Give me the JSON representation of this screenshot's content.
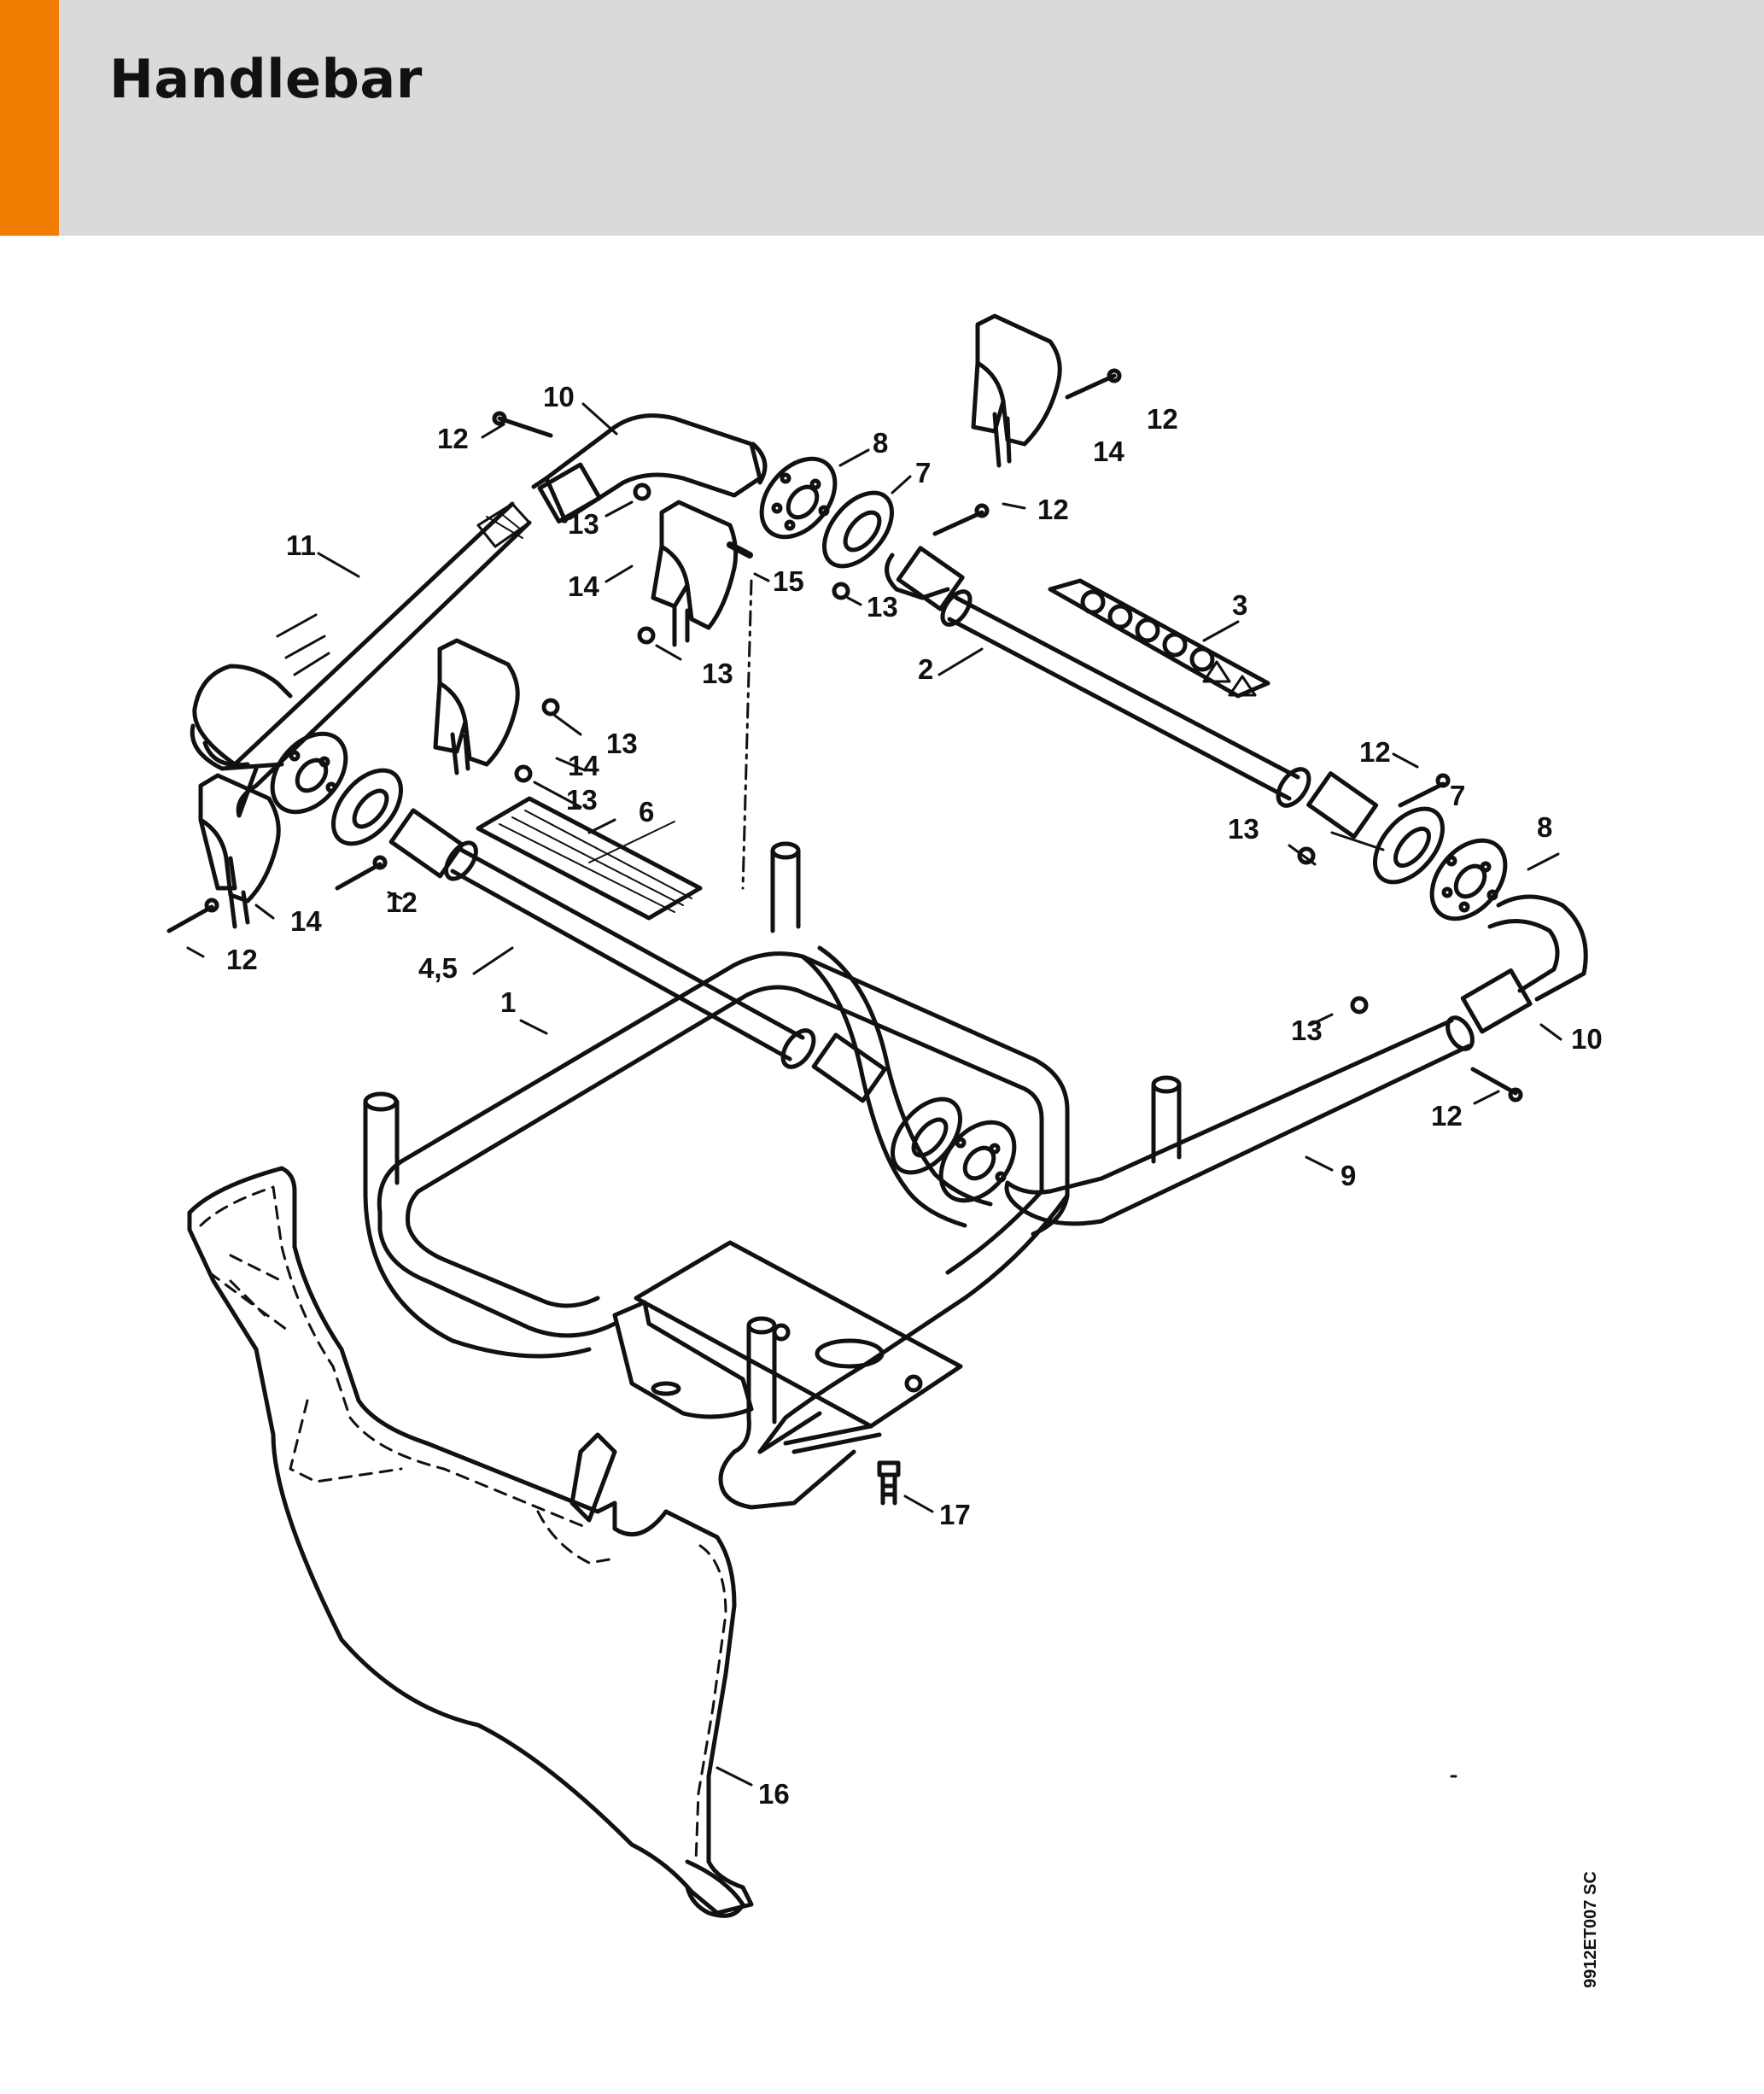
{
  "page": {
    "title": "Handlebar",
    "doc_code": "9912ET007 SC"
  },
  "colors": {
    "accent": "#f07d00",
    "header_bg": "#d9dad9",
    "line": "#111111"
  },
  "callouts": [
    {
      "id": "c10a",
      "label": "10"
    },
    {
      "id": "c12a",
      "label": "12"
    },
    {
      "id": "c8a",
      "label": "8"
    },
    {
      "id": "c7a",
      "label": "7"
    },
    {
      "id": "c11",
      "label": "11"
    },
    {
      "id": "c13a",
      "label": "13"
    },
    {
      "id": "c14a",
      "label": "14"
    },
    {
      "id": "c15",
      "label": "15"
    },
    {
      "id": "c13b",
      "label": "13"
    },
    {
      "id": "c13c",
      "label": "13"
    },
    {
      "id": "c12b",
      "label": "12"
    },
    {
      "id": "c14b",
      "label": "14"
    },
    {
      "id": "c12c",
      "label": "12"
    },
    {
      "id": "c3",
      "label": "3"
    },
    {
      "id": "c2",
      "label": "2"
    },
    {
      "id": "c13d",
      "label": "13"
    },
    {
      "id": "c14c",
      "label": "14"
    },
    {
      "id": "c13e",
      "label": "13"
    },
    {
      "id": "c6",
      "label": "6"
    },
    {
      "id": "c12d",
      "label": "12"
    },
    {
      "id": "c14d",
      "label": "14"
    },
    {
      "id": "c12e",
      "label": "12"
    },
    {
      "id": "c45",
      "label": "4,5"
    },
    {
      "id": "c12f",
      "label": "12"
    },
    {
      "id": "c7b",
      "label": "7"
    },
    {
      "id": "c13f",
      "label": "13"
    },
    {
      "id": "c8b",
      "label": "8"
    },
    {
      "id": "c1",
      "label": "1"
    },
    {
      "id": "c13g",
      "label": "13"
    },
    {
      "id": "c10b",
      "label": "10"
    },
    {
      "id": "c12g",
      "label": "12"
    },
    {
      "id": "c9",
      "label": "9"
    },
    {
      "id": "c17",
      "label": "17"
    },
    {
      "id": "c16",
      "label": "16"
    }
  ]
}
